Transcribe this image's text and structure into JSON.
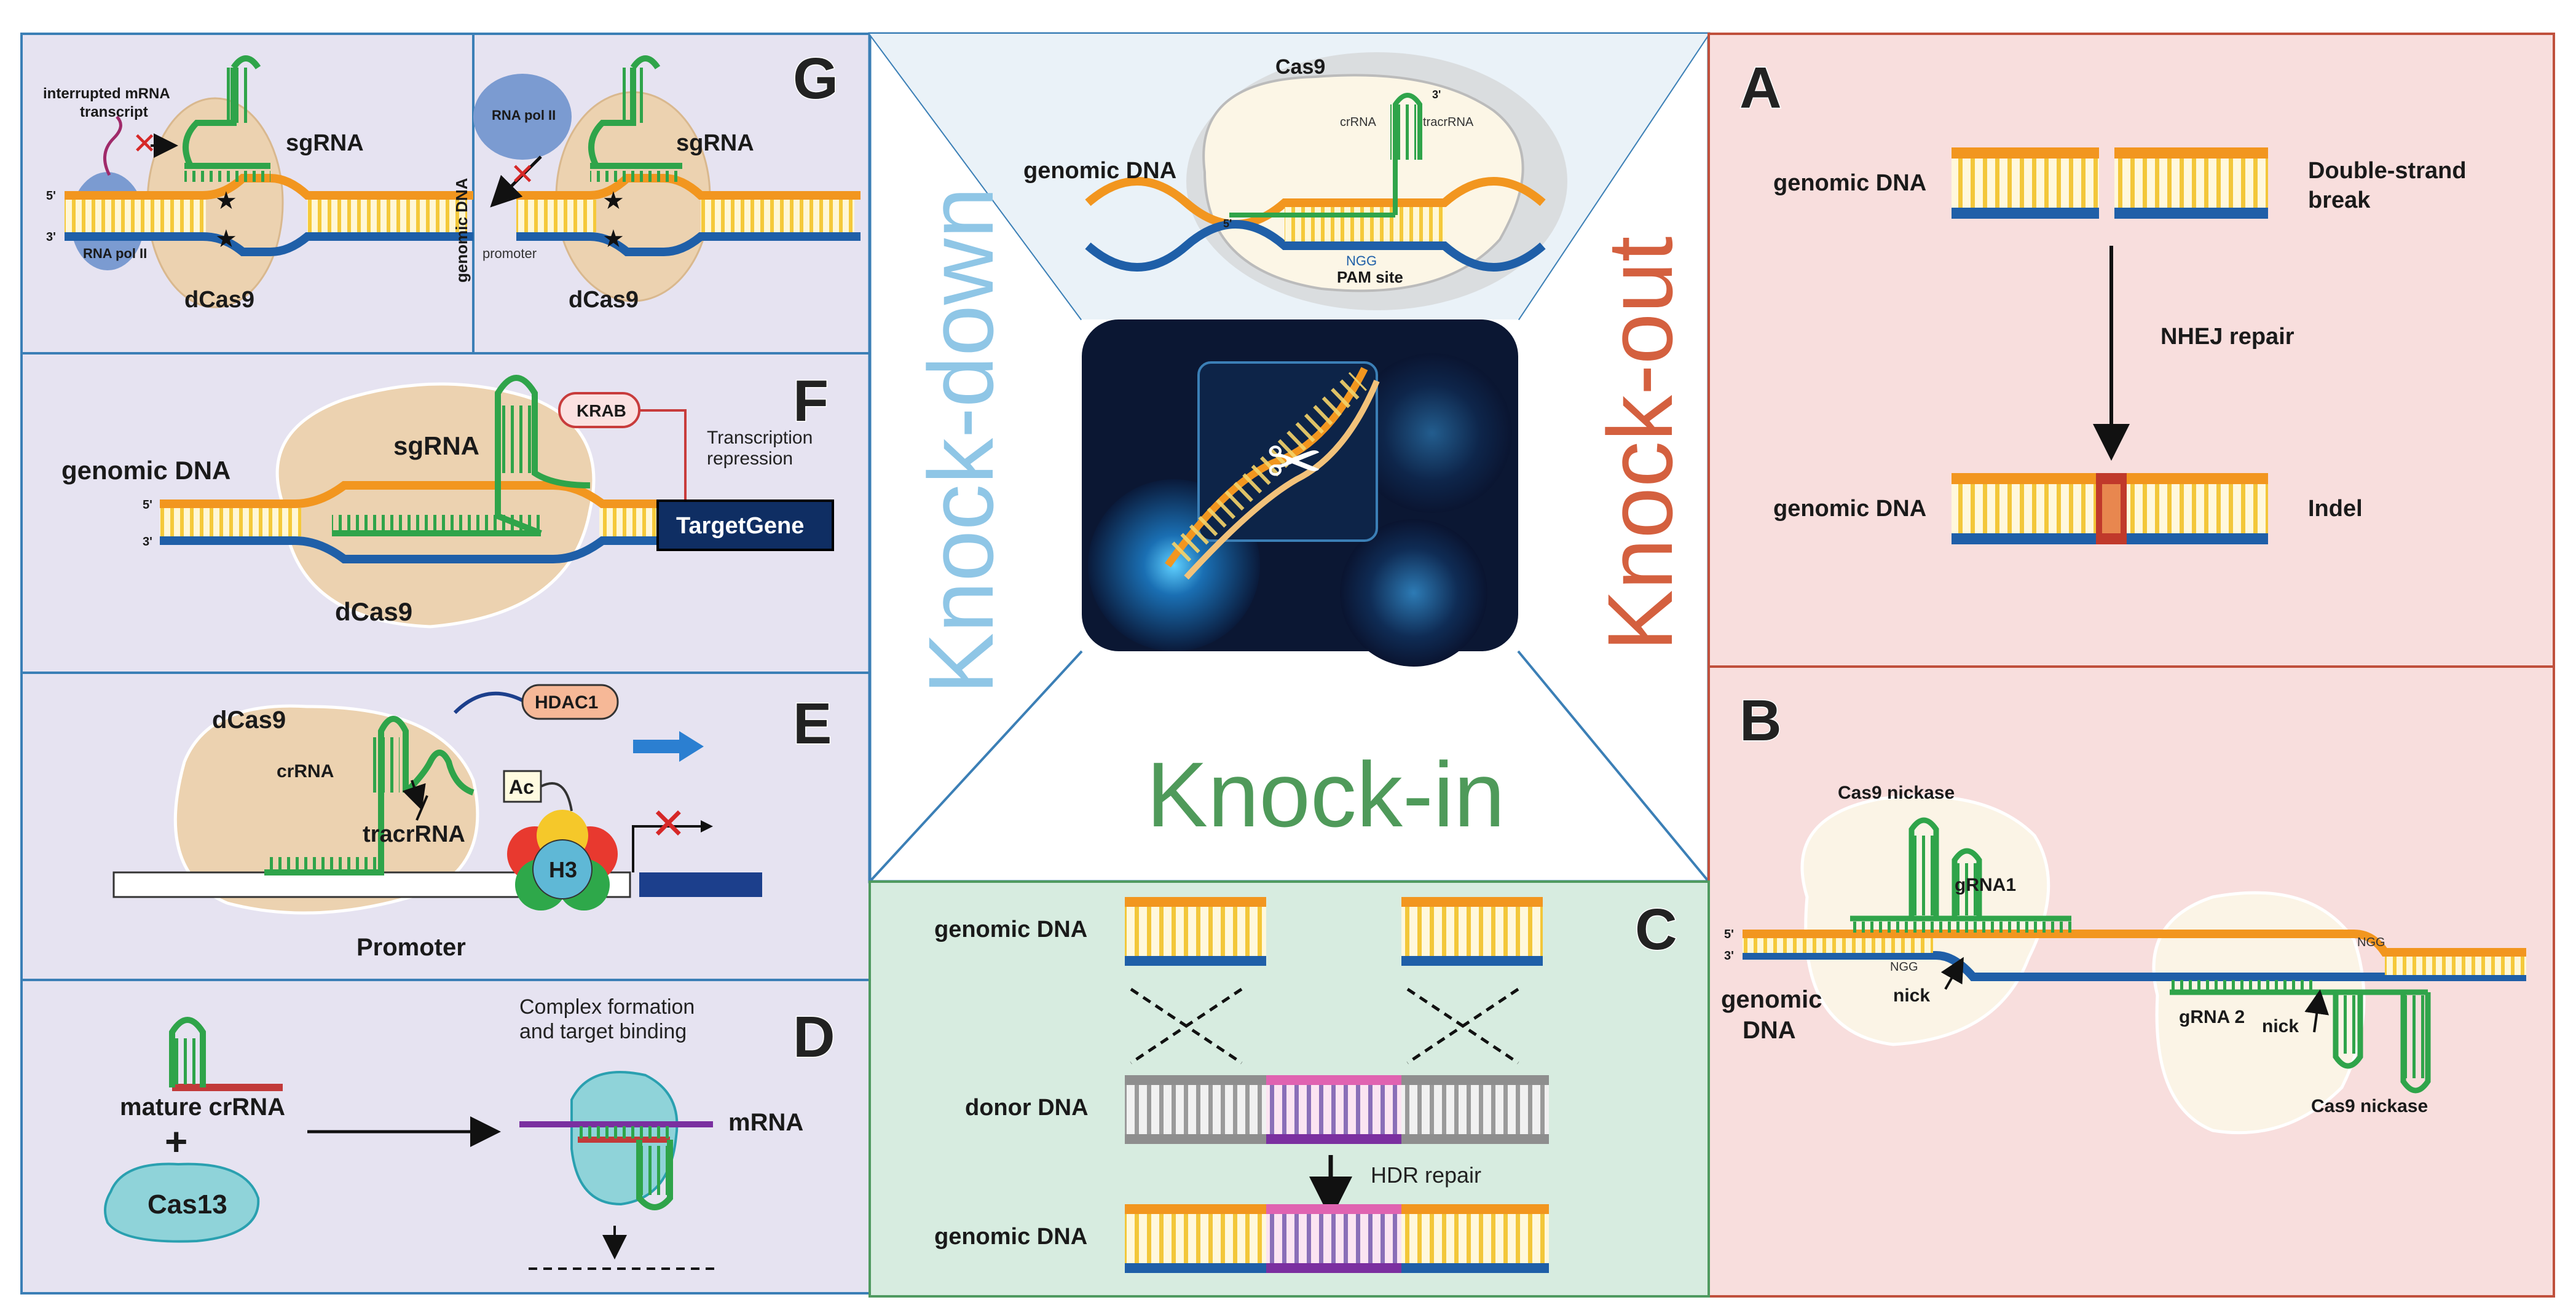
{
  "colors": {
    "panel_purple": "#e6e3f1",
    "panel_pink": "#f8dedd",
    "panel_green": "#d7ece0",
    "border_blue": "#3b7fb6",
    "border_red": "#c0503c",
    "border_green": "#4f9a60",
    "dna_orange": "#f2961f",
    "dna_blue": "#1f5fa8",
    "dna_yellow": "#f5d46a",
    "rna_green": "#2fa44a",
    "cas_tan": "#ecd2b0",
    "cas13_teal": "#8fd3d9",
    "indel_red": "#c0392b",
    "donor_pink": "#e063b1",
    "donor_purple": "#7b2fa0",
    "knockdown_color": "#8fc6e6",
    "knockout_color": "#d4603f",
    "knockin_color": "#4f9a5a"
  },
  "icons": [
    "scissors-icon",
    "cross-mark-icon",
    "arrow-right-icon",
    "arrow-down-icon",
    "star-icon"
  ],
  "center": {
    "knockdown_label": "Knock-down",
    "knockout_label": "Knock-out",
    "knockin_label": "Knock-in",
    "top": {
      "cas9": "Cas9",
      "genomic_dna": "genomic DNA",
      "crrna": "crRNA",
      "tracrrna": "tracrRNA",
      "pam": "PAM site",
      "ngg": "NGG",
      "five_prime": "5'",
      "three_prime": "3'"
    }
  },
  "panel_a": {
    "letter": "A",
    "genomic_dna_1": "genomic DNA",
    "dsb_line1": "Double-strand",
    "dsb_line2": "break",
    "repair": "NHEJ repair",
    "genomic_dna_2": "genomic DNA",
    "indel": "Indel"
  },
  "panel_b": {
    "letter": "B",
    "nickase_1": "Cas9 nickase",
    "grna1": "gRNA1",
    "ngg_left": "NGG",
    "nick_1": "nick",
    "genomic_line1": "genomic",
    "genomic_line2": "DNA",
    "ngg_right": "NGG",
    "grna2": "gRNA 2",
    "nick_2": "nick",
    "nickase_2": "Cas9 nickase",
    "five_prime": "5'",
    "three_prime": "3'"
  },
  "panel_c": {
    "letter": "C",
    "genomic_dna_top": "genomic DNA",
    "donor_dna": "donor DNA",
    "repair": "HDR repair",
    "genomic_dna_bottom": "genomic DNA"
  },
  "panel_d": {
    "letter": "D",
    "mature_crrna": "mature crRNA",
    "plus": "+",
    "cas13": "Cas13",
    "complex_line1": "Complex formation",
    "complex_line2": "and target binding",
    "mrna": "mRNA"
  },
  "panel_e": {
    "letter": "E",
    "dcas9": "dCas9",
    "crrna": "crRNA",
    "tracrrna": "tracrRNA",
    "hdac1": "HDAC1",
    "ac": "Ac",
    "h3": "H3",
    "promoter": "Promoter"
  },
  "panel_f": {
    "letter": "F",
    "genomic_dna": "genomic DNA",
    "sgrna": "sgRNA",
    "krab": "KRAB",
    "repression_line1": "Transcription",
    "repression_line2": "repression",
    "target_gene": "TargetGene",
    "dcas9": "dCas9",
    "five_prime": "5'",
    "three_prime": "3'"
  },
  "panel_g": {
    "letter": "G",
    "interrupted_line1": "interrupted mRNA",
    "interrupted_line2": "transcript",
    "sgrna_left": "sgRNA",
    "rna_pol_left": "RNA pol II",
    "dcas9_left": "dCas9",
    "rna_pol_right": "RNA pol II",
    "genomic_dna_vertical": "genomic DNA",
    "sgrna_right": "sgRNA",
    "promoter": "promoter",
    "dcas9_right": "dCas9",
    "five_prime": "5'",
    "three_prime": "3'"
  }
}
